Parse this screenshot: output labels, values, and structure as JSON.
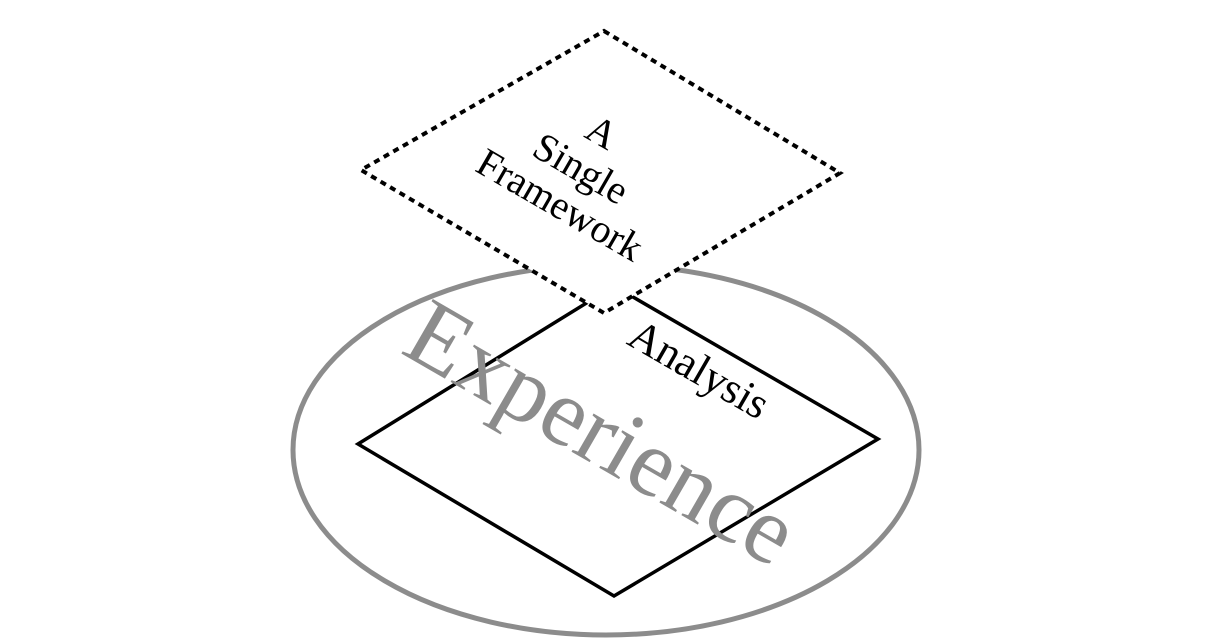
{
  "diagram": {
    "outer_label": "Experience",
    "middle_label": "Analysis",
    "top_label_lines": [
      "A",
      "Single",
      "Framework"
    ]
  },
  "colors": {
    "ellipse_stroke": "#8c8c8c",
    "experience_text": "#8c8c8c",
    "line": "#000000",
    "background": "#ffffff"
  }
}
